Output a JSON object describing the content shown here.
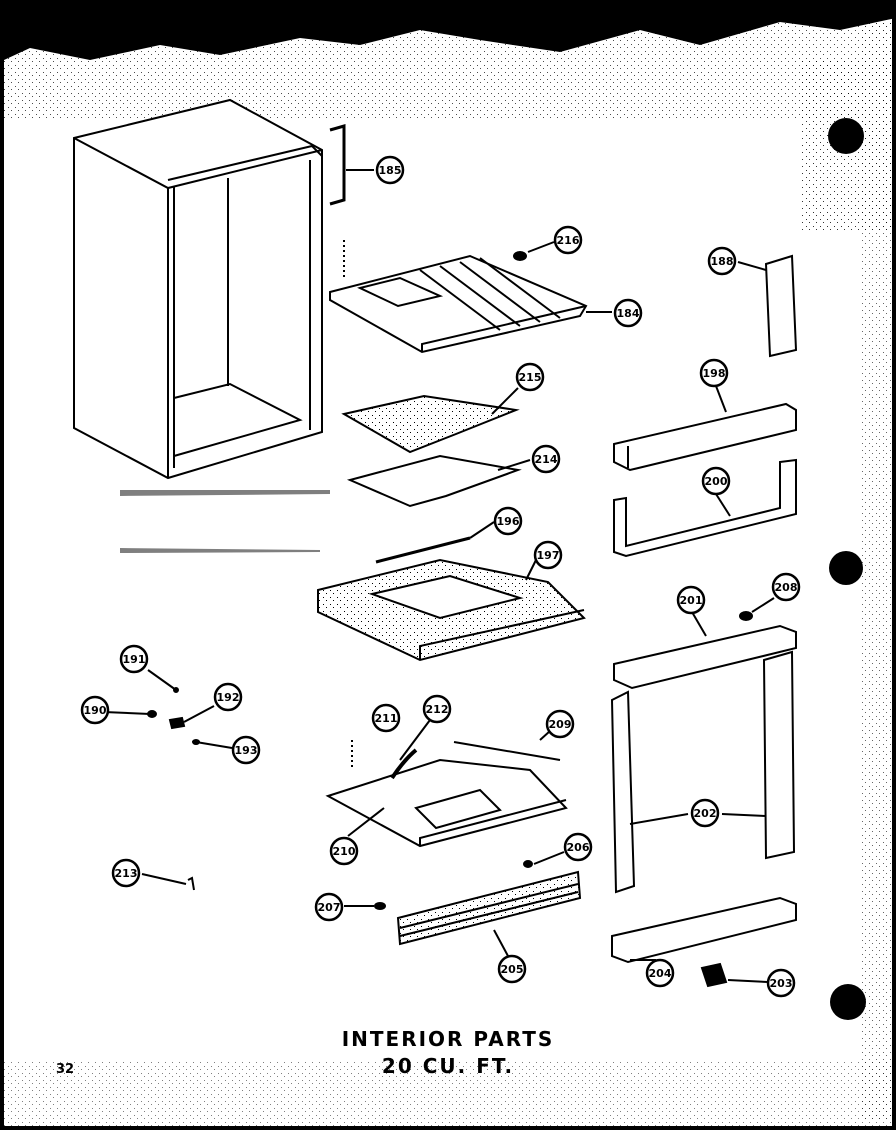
{
  "diagram": {
    "title_line1": "INTERIOR PARTS",
    "title_line2": "20 CU. FT.",
    "page_number": "32",
    "callouts": [
      "185",
      "216",
      "184",
      "188",
      "215",
      "198",
      "214",
      "200",
      "196",
      "197",
      "208",
      "201",
      "191",
      "192",
      "190",
      "193",
      "211",
      "212",
      "209",
      "202",
      "210",
      "206",
      "213",
      "207",
      "205",
      "204",
      "203"
    ]
  }
}
